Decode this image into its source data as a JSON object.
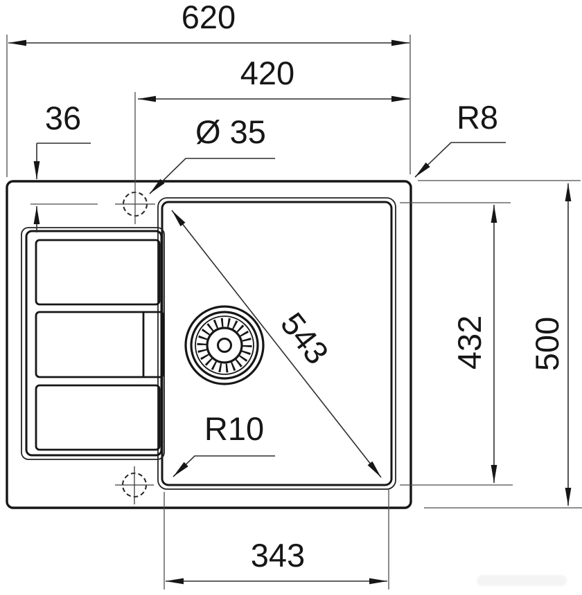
{
  "drawing": {
    "kind": "technical dimension drawing",
    "subject": "inset kitchen sink with drainboard, top view",
    "colors": {
      "line": "#161616",
      "dim_line": "#2d2d2d",
      "background": "#ffffff"
    }
  },
  "dims": {
    "overall_width": {
      "label": "620"
    },
    "hole_to_right_edge": {
      "label": "420"
    },
    "edge_to_hole_center": {
      "label": "36"
    },
    "faucet_hole_diameter": {
      "label": "Ø 35"
    },
    "outer_corner_radius": {
      "label": "R8"
    },
    "bowl_diagonal": {
      "label": "543"
    },
    "bowl_corner_radius": {
      "label": "R10"
    },
    "bowl_length": {
      "label": "432"
    },
    "overall_depth": {
      "label": "500"
    },
    "bowl_width": {
      "label": "343"
    }
  }
}
